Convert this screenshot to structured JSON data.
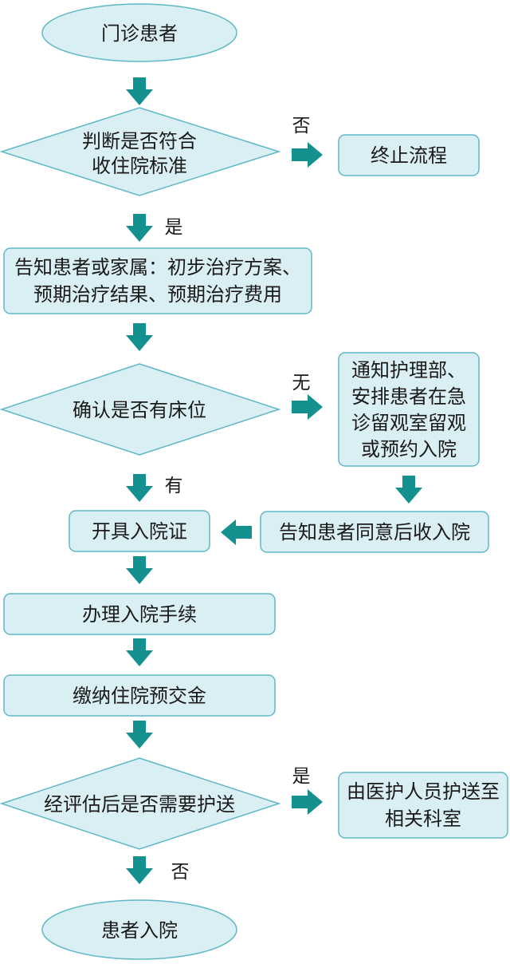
{
  "colors": {
    "node_fill": "#d9eff3",
    "node_border": "#5fb8c6",
    "arrow": "#14918f",
    "text": "#1a1a1a"
  },
  "nodes": {
    "start": "门诊患者",
    "criteria_l1": "判断是否符合",
    "criteria_l2": "收住院标准",
    "terminate": "终止流程",
    "inform_l1": "告知患者或家属：初步治疗方案、",
    "inform_l2": "预期治疗结果、预期治疗费用",
    "confirm_bed": "确认是否有床位",
    "notify_l1": "通知护理部、",
    "notify_l2": "安排患者在急",
    "notify_l3": "诊留观室留观",
    "notify_l4": "或预约入院",
    "issue_cert": "开具入院证",
    "patient_agree": "告知患者同意后收入院",
    "admission_proc": "办理入院手续",
    "deposit": "缴纳住院预交金",
    "escort_check": "经评估后是否需要护送",
    "escort_l1": "由医护人员护送至",
    "escort_l2": "相关科室",
    "end": "患者入院"
  },
  "labels": {
    "criteria_no": "否",
    "criteria_yes": "是",
    "bed_none": "无",
    "bed_have": "有",
    "escort_yes": "是",
    "escort_no": "否"
  }
}
